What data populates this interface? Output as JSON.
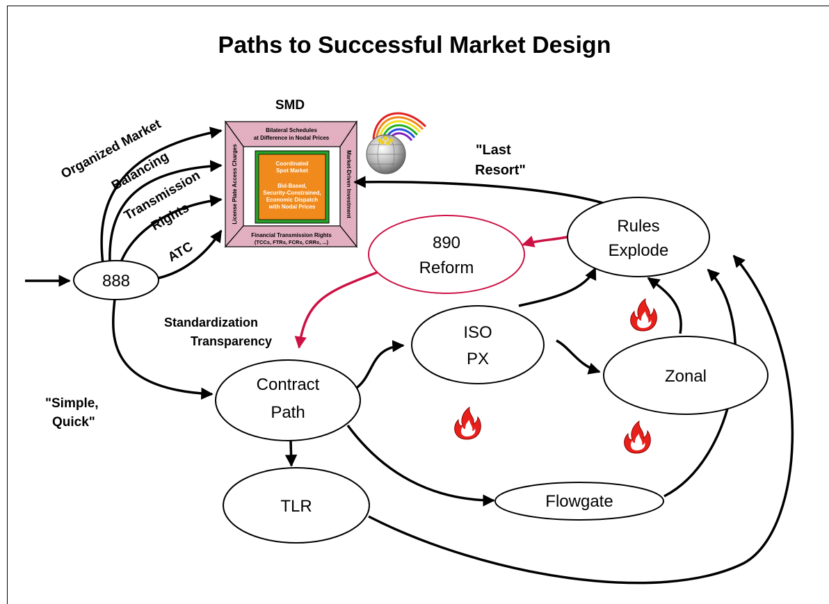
{
  "title": "Paths to Successful Market Design",
  "smd": {
    "heading": "SMD",
    "top_line1": "Bilateral Schedules",
    "top_line2": "at Difference in Nodal Prices",
    "left_text": "License Plate Access Charges",
    "right_text": "Market-Driven Investment",
    "bottom_line1": "Financial Transmission Rights",
    "bottom_line2": "(TCCs, FTRs, FCRs, CRRs, ...)",
    "center_line1": "Coordinated",
    "center_line2": "Spot Market",
    "center_line3": "Bid-Based,",
    "center_line4": "Security-Constrained,",
    "center_line5": "Economic Dispatch",
    "center_line6": "with Nodal Prices"
  },
  "nodes": {
    "n888": "888",
    "reform_line1": "890",
    "reform_line2": "Reform",
    "rules_line1": "Rules",
    "rules_line2": "Explode",
    "iso_line1": "ISO",
    "iso_line2": "PX",
    "zonal": "Zonal",
    "contract_line1": "Contract",
    "contract_line2": "Path",
    "tlr": "TLR",
    "flowgate": "Flowgate"
  },
  "labels": {
    "organized_market": "Organized Market",
    "balancing": "Balancing",
    "transmission": "Transmission",
    "rights": "Rights",
    "atc": "ATC",
    "last_resort_line1": "\"Last",
    "last_resort_line2": "Resort\"",
    "standardization": "Standardization",
    "transparency": "Transparency",
    "simple_line1": "\"Simple,",
    "simple_line2": "Quick\""
  },
  "colors": {
    "reform_red": "#cc1144",
    "smd_pink": "#e8b8c8",
    "smd_orange": "#f08a1c",
    "smd_green": "#2aa02a",
    "fire_red": "#e8201c"
  }
}
